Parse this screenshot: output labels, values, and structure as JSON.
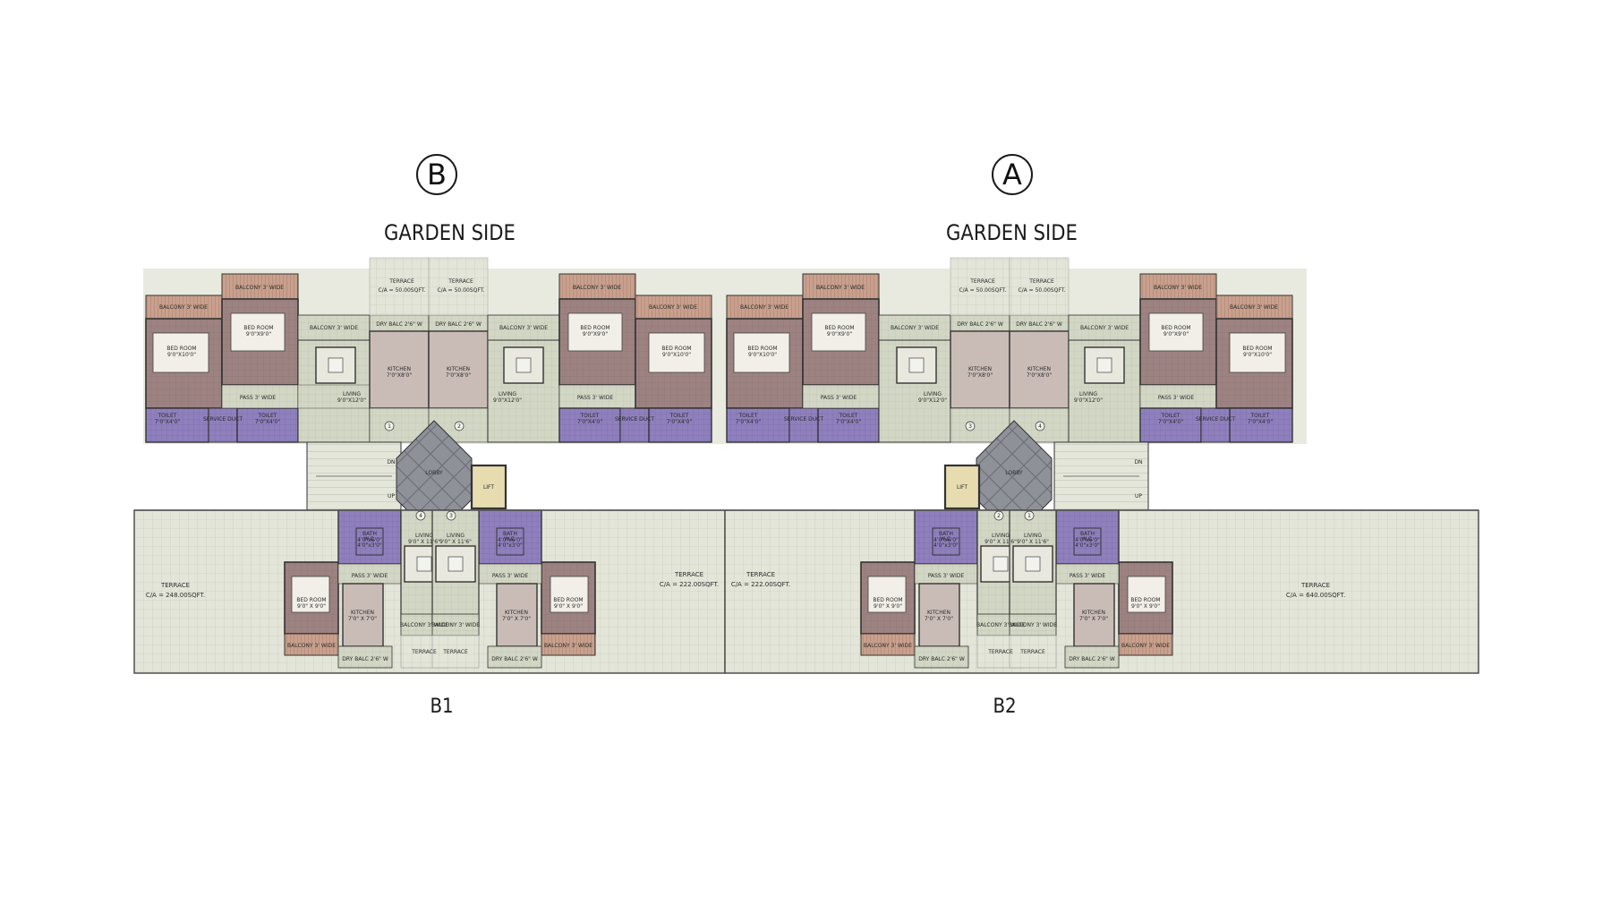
{
  "wings": [
    {
      "marker": "B",
      "side_label": "GARDEN SIDE",
      "building": "B1"
    },
    {
      "marker": "A",
      "side_label": "GARDEN SIDE",
      "building": "B2"
    }
  ],
  "core": {
    "lobby": "LOBBY",
    "lift": "LIFT",
    "stair_up": "UP",
    "stair_dn": "DN"
  },
  "rooms": {
    "balcony": "BALCONY 3' WIDE",
    "bedroom_a": "BED ROOM 9'0\"X10'0\"",
    "bedroom_b": "BED ROOM 9'0\"X9'0\"",
    "bedroom_c": "BED ROOM 9'0\" X 9'0\"",
    "pass": "PASS 3' WIDE",
    "toilet": "TOILET 7'0\"X4'0\"",
    "service_duct": "SERVICE DUCT",
    "kitchen_top": "KITCHEN 7'0\"X8'0\"",
    "kitchen_bottom": "KITCHEN 7'0\" X 7'0\"",
    "living_top": "LIVING 9'0\"X12'0\"",
    "living_bottom": "LIVING 9'0\" X 11'6\"",
    "dry_balc": "DRY BALC 2'6\" W",
    "terrace_small": "TERRACE",
    "terrace_small_area": "C/A = 50.00SQFT.",
    "bath": "BATH 4'0\"x6'0\"",
    "wc": "W.C. 4'0\"x3'0\"",
    "terrace": "TERRACE"
  },
  "terraces": {
    "b1_left": "C/A = 248.00SQFT.",
    "b1_right": "C/A = 222.00SQFT.",
    "b2_left": "C/A = 222.00SQFT.",
    "b2_right": "C/A = 640.00SQFT."
  },
  "flat_numbers": [
    "1",
    "2",
    "3",
    "4"
  ],
  "colors": {
    "wall": "#3a3a3a",
    "bedroom": "#9a7f7f",
    "balcony": "#c49a86",
    "wet_area": "#8a7ab8",
    "floor_tile": "#d7dacb",
    "terrace_tile": "#e3e5d8",
    "lobby": "#8e9098",
    "lift": "#e6dcb0",
    "kitchen": "#c9bcb6"
  }
}
